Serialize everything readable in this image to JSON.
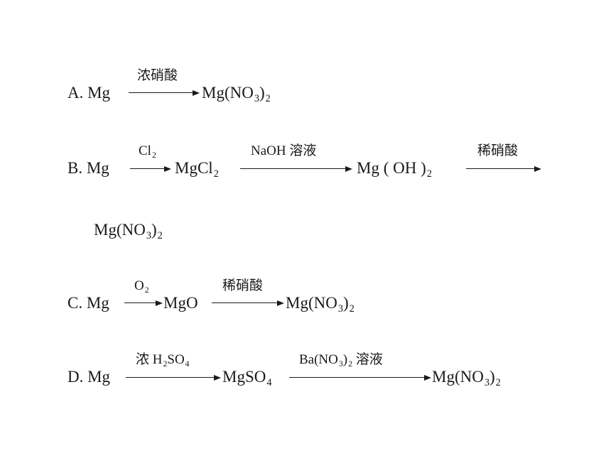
{
  "options": {
    "A": {
      "prefix": "A. Mg",
      "arrow1_label": "浓硝酸",
      "product": "Mg(NO",
      "product_sub": "3",
      "product_close": ")",
      "product_sub2": "2"
    },
    "B": {
      "prefix": "B. Mg",
      "arrow1_label": "Cl",
      "arrow1_label_sub": "2",
      "mid1": "MgCl",
      "mid1_sub": "2",
      "arrow2_label": "NaOH 溶液",
      "mid2": "Mg ( OH )",
      "mid2_sub": "2",
      "arrow3_label": "稀硝酸",
      "product": "Mg(NO",
      "product_sub": "3",
      "product_close": ")",
      "product_sub2": "2"
    },
    "C": {
      "prefix": "C. Mg",
      "arrow1_label": "O",
      "arrow1_label_sub": "2",
      "mid1": "MgO",
      "arrow2_label": "稀硝酸",
      "product": "Mg(NO",
      "product_sub": "3",
      "product_close": ")",
      "product_sub2": "2"
    },
    "D": {
      "prefix": "D. Mg",
      "arrow1_label_a": "浓 H",
      "arrow1_label_sub1": "2",
      "arrow1_label_b": "SO",
      "arrow1_label_sub2": "4",
      "mid1": "MgSO",
      "mid1_sub": "4",
      "arrow2_label_a": "Ba(NO",
      "arrow2_label_sub1": "3",
      "arrow2_label_b": ")",
      "arrow2_label_sub2": "2",
      "arrow2_label_c": " 溶液",
      "product": "Mg(NO",
      "product_sub": "3",
      "product_close": ")",
      "product_sub2": "2"
    }
  }
}
